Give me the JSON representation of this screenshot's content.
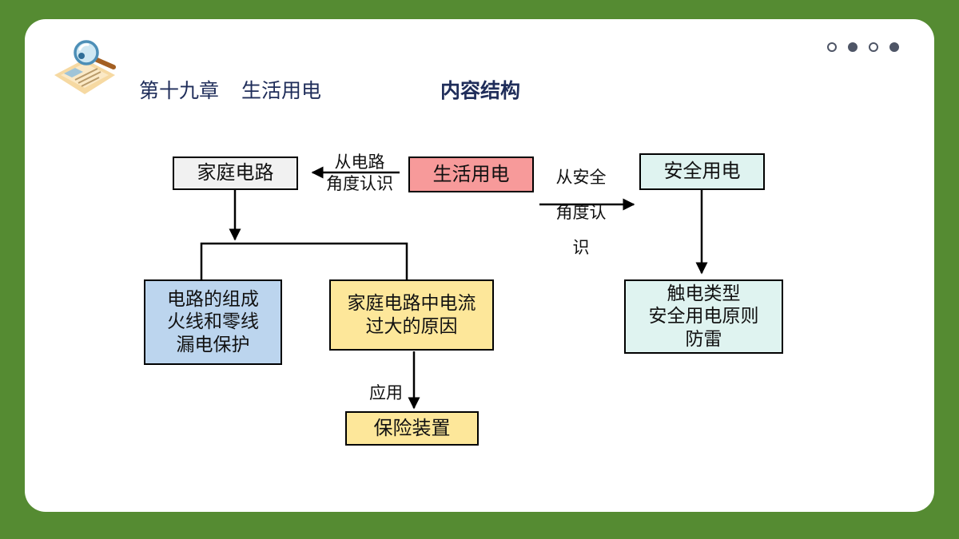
{
  "header": {
    "chapter": "第十九章",
    "chapter_title": "生活用电",
    "section_title": "内容结构"
  },
  "pager": {
    "dots": 4,
    "active_index": 2
  },
  "colors": {
    "background": "#558b32",
    "center": "#f79a9a",
    "left": "#f1f1f1",
    "right": "#dff3f0",
    "blue": "#bcd5ee",
    "yellow": "#fde79a"
  },
  "icons": {
    "logo": "magnifier-document-icon"
  },
  "diagram": {
    "center": "生活用电",
    "left": "家庭电路",
    "right": "安全用电",
    "left_edge_label": [
      "从电路",
      "角度认识"
    ],
    "right_edge_label": [
      "从安全",
      "角度认",
      "识"
    ],
    "left_child_1": [
      "电路的组成",
      "火线和零线",
      "漏电保护"
    ],
    "left_child_2": [
      "家庭电路中电流",
      "过大的原因"
    ],
    "apply_label": "应用",
    "fuse_box": "保险装置",
    "right_child": [
      "触电类型",
      "安全用电原则",
      "防雷"
    ]
  }
}
